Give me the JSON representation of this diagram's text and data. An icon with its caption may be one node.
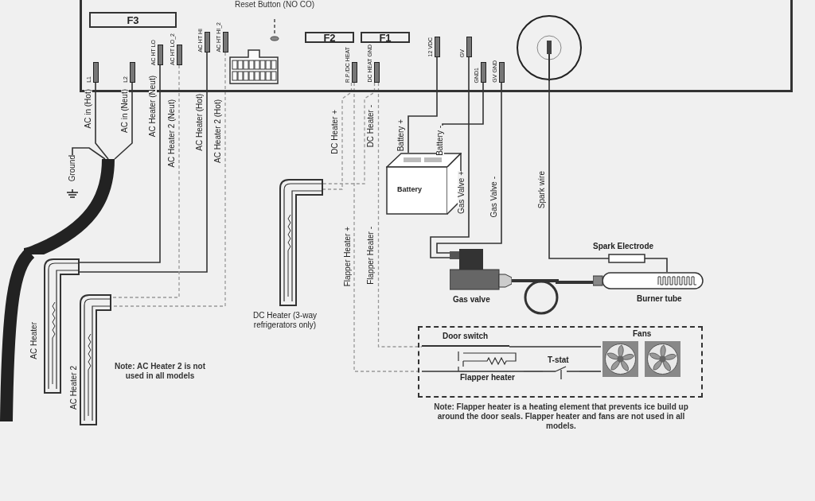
{
  "diagram": {
    "nodes": [
      {
        "text": [],
        "shape": "box"
      },
      {
        "text": [
          "F3"
        ],
        "in": 0
      },
      {
        "text": [
          "F2"
        ],
        "in": 0
      },
      {
        "text": [
          "F1"
        ],
        "in": 0
      },
      {
        "text": [
          "L1"
        ],
        "in": 0
      },
      {
        "text": [
          "L2"
        ],
        "in": 0
      },
      {
        "text": [
          "AC HT LO"
        ],
        "in": 0
      },
      {
        "text": [
          "AC HT LO_2"
        ],
        "in": 0
      },
      {
        "text": [
          "AC HT HI"
        ],
        "in": 0
      },
      {
        "text": [
          "AC HT HI_2"
        ],
        "in": 0
      },
      {
        "text": [],
        "shape": "box",
        "in": 0
      },
      {
        "text": [
          "Reset Button (NO CO)"
        ],
        "in": 0
      },
      {
        "text": [],
        "shape": "circle",
        "in": 0
      },
      {
        "text": [
          "R.P./DC HEAT"
        ],
        "in": 0
      },
      {
        "text": [
          "DC HEAT GND"
        ],
        "in": 0
      },
      {
        "text": [
          "12 VDC"
        ],
        "in": 0
      },
      {
        "text": [
          "GV"
        ],
        "in": 0
      },
      {
        "text": [
          "GND1"
        ],
        "in": 0
      },
      {
        "text": [
          "GV GND"
        ],
        "in": 0
      },
      {
        "text": [],
        "shape": "circle",
        "in": 0
      },
      {
        "text": [
          "Ground"
        ]
      },
      {
        "text": [
          "AC Heater"
        ]
      },
      {
        "text": [
          "AC Heater 2"
        ]
      },
      {
        "text": [
          "DC Heater (3-way refrigerators only)"
        ]
      },
      {
        "text": [
          "Battery"
        ]
      },
      {
        "text": [
          "Gas valve"
        ]
      },
      {
        "text": [
          "Spark Electrode"
        ]
      },
      {
        "text": [
          "Burner tube"
        ]
      },
      {
        "text": [],
        "shape": "box"
      },
      {
        "text": [
          "Door switch"
        ],
        "in": 28
      },
      {
        "text": [
          "Flapper heater"
        ],
        "in": 28
      },
      {
        "text": [
          "T-stat"
        ],
        "in": 28
      },
      {
        "text": [
          "Fans"
        ],
        "in": 28
      },
      {
        "text": [],
        "shape": "picture"
      }
    ],
    "edges": [
      {
        "from": 11,
        "to": 12,
        "arrow": "none",
        "style": "dashed"
      },
      {
        "from": 4,
        "to": 33,
        "arrow": "none",
        "label": "AC in (Hot)"
      },
      {
        "from": 5,
        "to": 33,
        "arrow": "none",
        "label": "AC in (Neut)"
      },
      {
        "from": 20,
        "to": 33,
        "arrow": "none"
      },
      {
        "from": 6,
        "to": 21,
        "arrow": "none",
        "label": "AC Heater (Neut)"
      },
      {
        "from": 8,
        "to": 21,
        "arrow": "none",
        "label": "AC Heater (Hot)"
      },
      {
        "from": 7,
        "to": 22,
        "arrow": "none",
        "label": "AC Heater 2 (Neut)",
        "style": "dashed",
        "color": "#999999"
      },
      {
        "from": 9,
        "to": 22,
        "arrow": "none",
        "label": "AC Heater 2 (Hot)",
        "style": "dashed",
        "color": "#999999"
      },
      {
        "from": 13,
        "to": 23,
        "arrow": "none",
        "label": "DC Heater +",
        "style": "dashed",
        "color": "#999999"
      },
      {
        "from": 14,
        "to": 23,
        "arrow": "none",
        "label": "DC Heater -",
        "style": "dashed",
        "color": "#999999"
      },
      {
        "from": 13,
        "to": 30,
        "arrow": "none",
        "label": "Flapper Heater +",
        "style": "dashed",
        "color": "#999999"
      },
      {
        "from": 14,
        "to": 29,
        "arrow": "none",
        "label": "Flapper Heater -",
        "style": "dashed",
        "color": "#999999"
      },
      {
        "from": 15,
        "to": 24,
        "arrow": "none",
        "label": "Battery +"
      },
      {
        "from": 17,
        "to": 24,
        "arrow": "none",
        "label": "Battery -"
      },
      {
        "from": 16,
        "to": 25,
        "arrow": "none",
        "label": "Gas Valve +"
      },
      {
        "from": 18,
        "to": 25,
        "arrow": "none",
        "label": "Gas Valve -"
      },
      {
        "from": 19,
        "to": 26,
        "arrow": "none",
        "label": "Spark wire"
      },
      {
        "from": 26,
        "to": 27,
        "arrow": "none"
      },
      {
        "from": 25,
        "to": 27,
        "arrow": "none",
        "style": "thick"
      },
      {
        "from": 29,
        "to": 32,
        "arrow": "none"
      },
      {
        "from": 30,
        "to": 31,
        "arrow": "none"
      },
      {
        "from": 31,
        "to": 32,
        "arrow": "none"
      }
    ],
    "labels": [
      "Note: AC Heater 2 is not used in all models",
      "Note: Flapper heater is a heating element that prevents ice build up around the door seals. Flapper heater and fans are not used in all models."
    ]
  }
}
